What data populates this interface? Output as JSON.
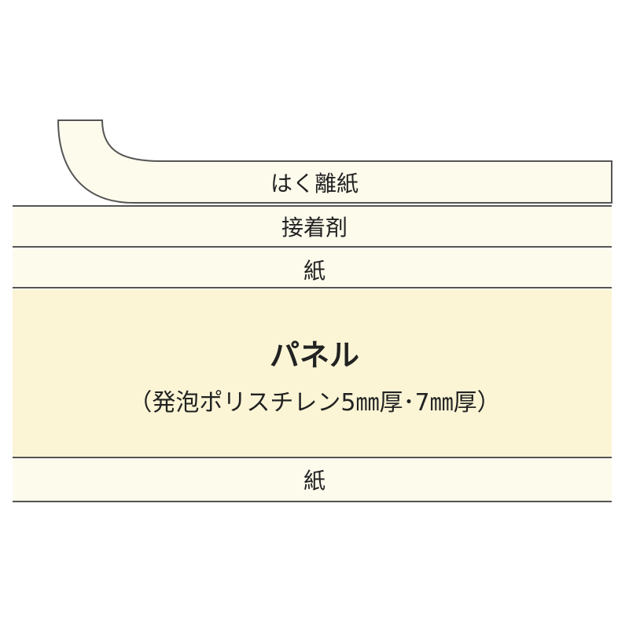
{
  "layers": {
    "release_paper": "はく離紙",
    "adhesive": "接着剤",
    "paper_top": "紙",
    "panel_title": "パネル",
    "panel_note": "（発泡ポリスチレン5㎜厚･7㎜厚）",
    "paper_bottom": "紙"
  },
  "colors": {
    "layer_fill": "#fdfbec",
    "panel_fill": "#fbf5d6",
    "border": "#555555",
    "text": "#222222"
  }
}
